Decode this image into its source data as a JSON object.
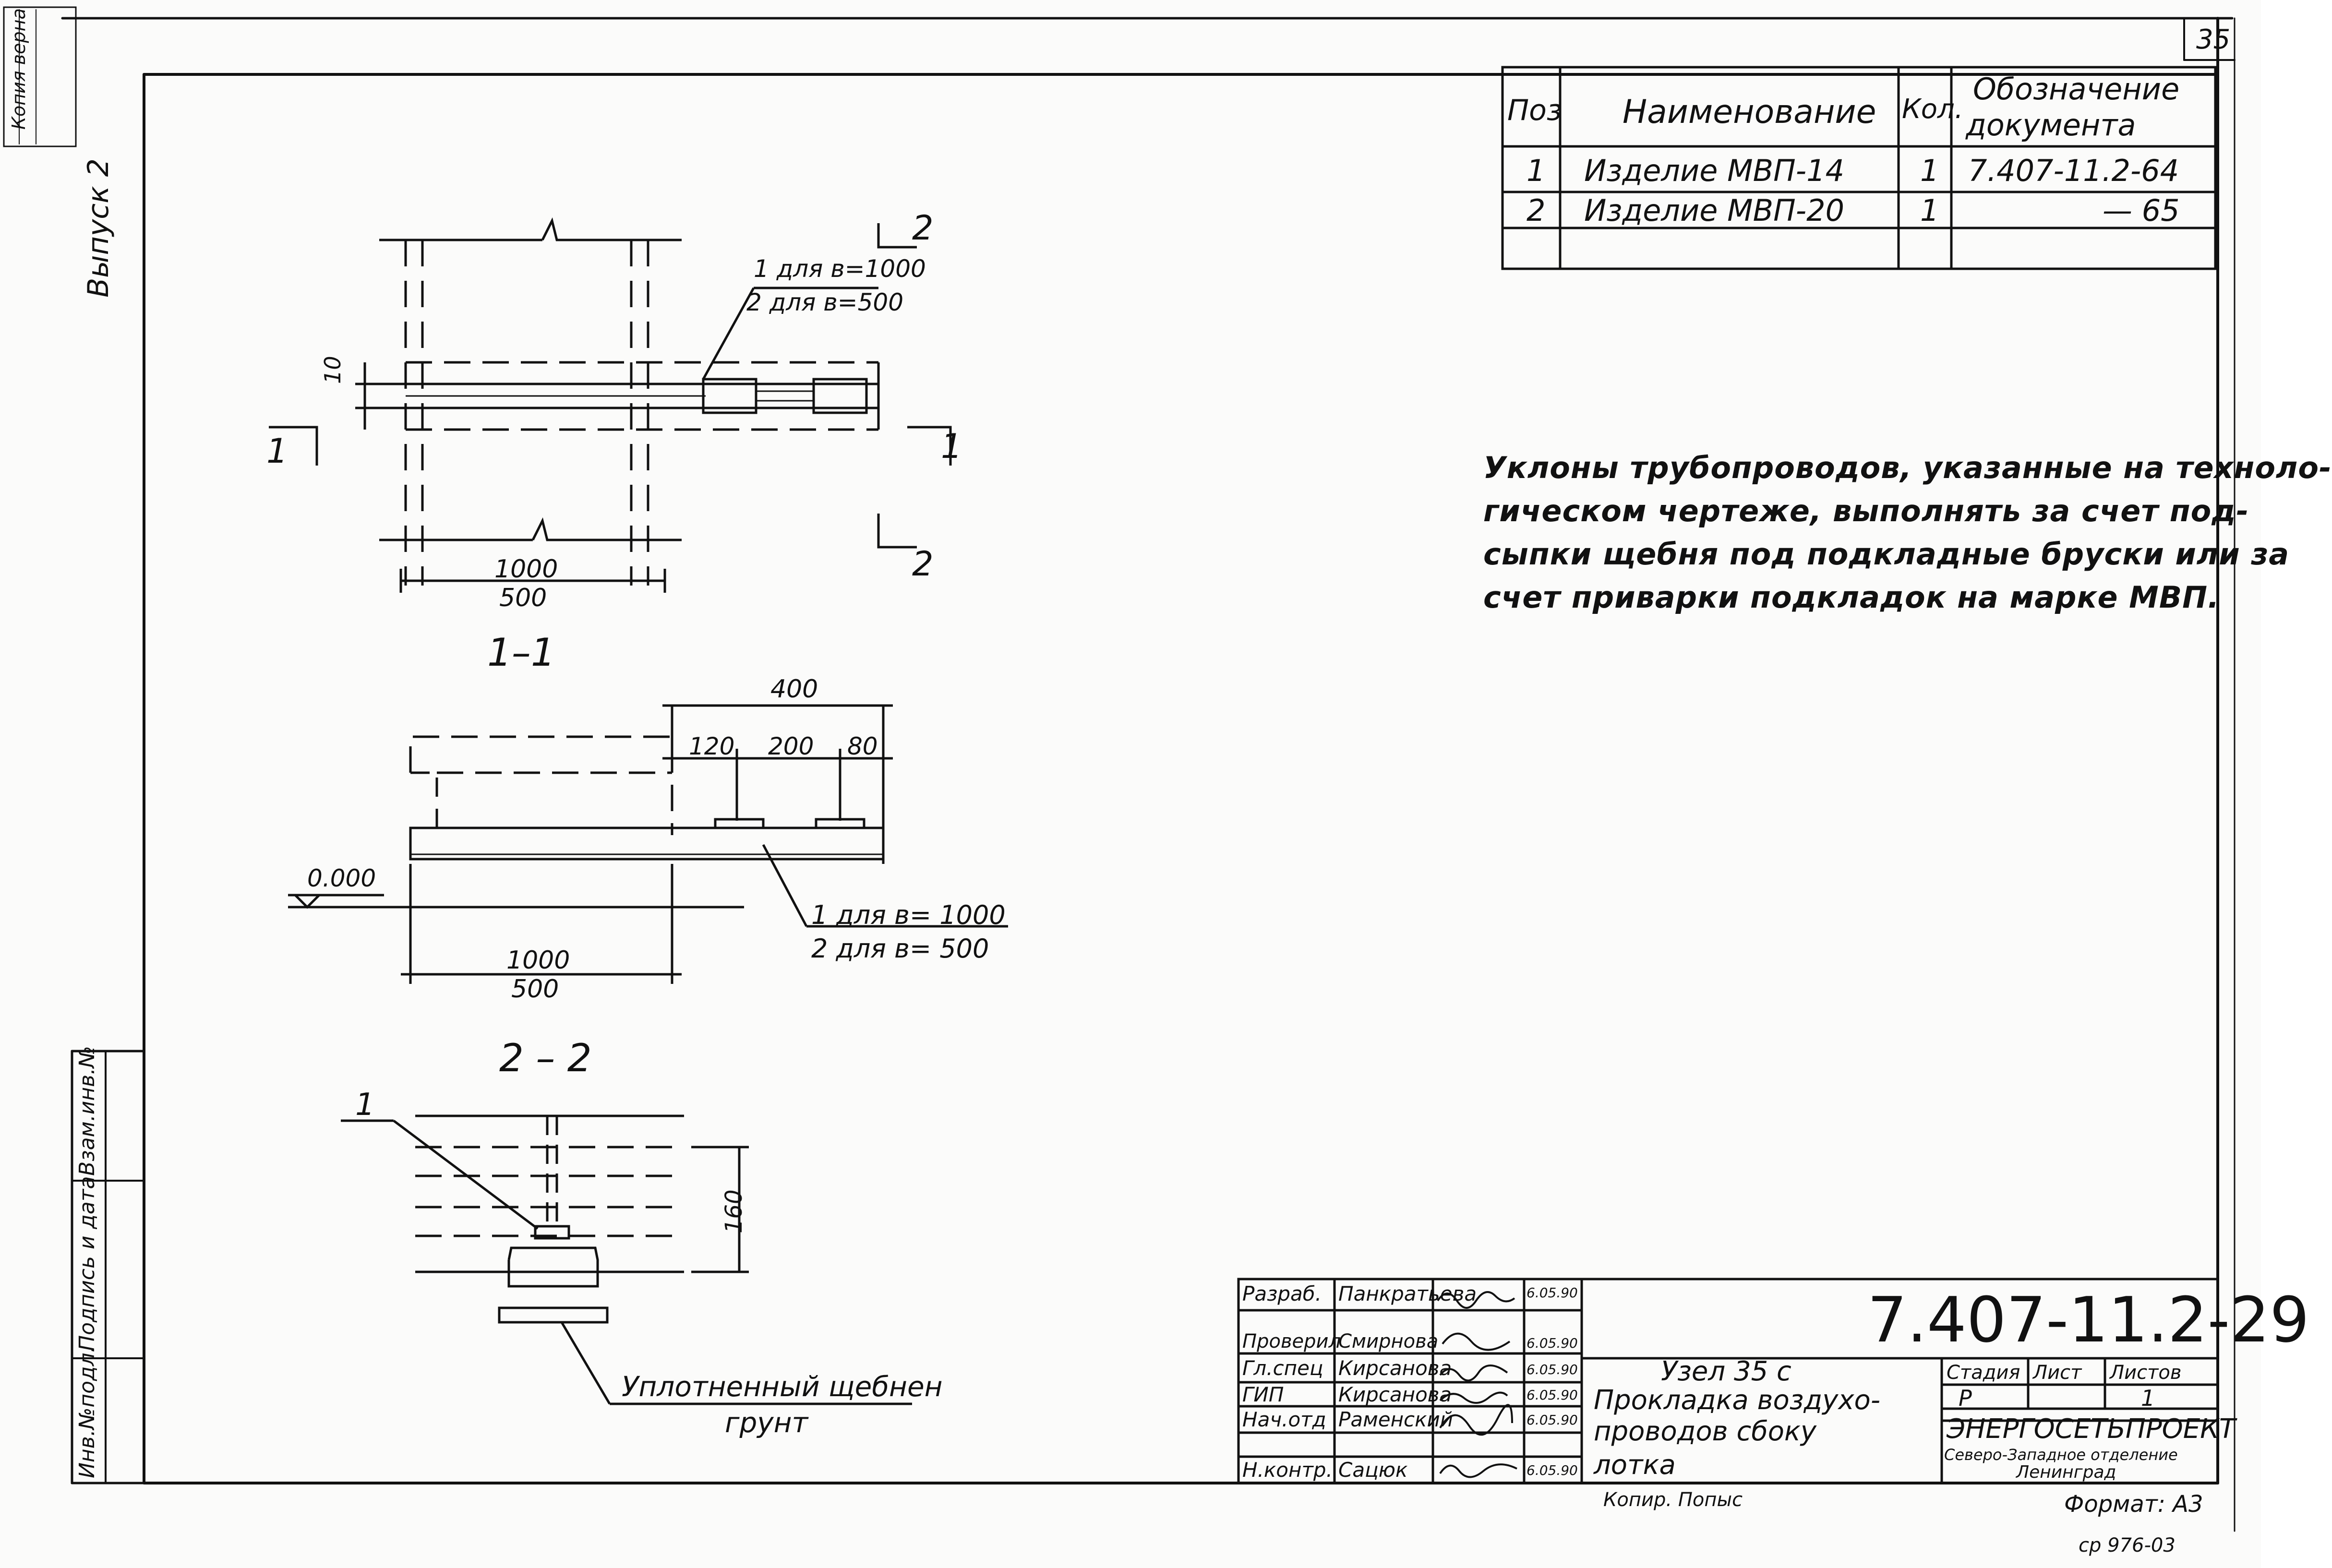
{
  "page_number": "35",
  "top_left_stamp": {
    "line1": "Копия верна",
    "line2": "Выпуск 2"
  },
  "spec_table": {
    "headers": {
      "pos": "Поз",
      "name": "Наименование",
      "qty": "Кол.",
      "doc_line1": "Обозначение",
      "doc_line2": "документа"
    },
    "rows": [
      {
        "pos": "1",
        "name": "Изделие МВП-14",
        "qty": "1",
        "doc": "7.407-11.2-64"
      },
      {
        "pos": "2",
        "name": "Изделие МВП-20",
        "qty": "1",
        "doc": "— 65"
      }
    ]
  },
  "note_lines": [
    "Уклоны трубопроводов, указанные на техноло-",
    "гическом чертеже, выполнять за счет под-",
    "сыпки щебня под подкладные бруски или за",
    "счет приварки подкладок на марке МВП."
  ],
  "plan_view": {
    "section_2_top": "2",
    "section_2_bottom": "2",
    "section_1_left": "1",
    "section_1_right": "1",
    "callout_line1": "1 для в=1000",
    "callout_line2": "2 для в=500",
    "dim_10": "10",
    "dim_1000": "1000",
    "dim_500": "500"
  },
  "section_1_1": {
    "title": "1–1",
    "dim_400": "400",
    "dim_120": "120",
    "dim_200": "200",
    "dim_80": "80",
    "level": "0.000",
    "callout_line1": "1 для в= 1000",
    "callout_line2": "2 для в= 500",
    "dim_1000": "1000",
    "dim_500": "500"
  },
  "section_2_2": {
    "title": "2 – 2",
    "pos_label": "1",
    "dim_160": "160",
    "soil_line1": "Уплотненный щебнен",
    "soil_line2": "грунт"
  },
  "left_strip": {
    "inv_podl": "Инв.№подл.",
    "sign_date": "Подпись и дата",
    "vzam_inv": "Взам.инв.№"
  },
  "title_block": {
    "doc_number": "7.407-11.2-29",
    "roles": [
      {
        "role": "Разраб.",
        "name": "Панкратьева",
        "date": "6.05.90"
      },
      {
        "role": "Проверил",
        "name": "Смирнова",
        "date": "6.05.90"
      },
      {
        "role": "Гл.спец",
        "name": "Кирсанова",
        "date": "6.05.90"
      },
      {
        "role": "ГИП",
        "name": "Кирсанова",
        "date": "6.05.90"
      },
      {
        "role": "Нач.отд",
        "name": "Раменский",
        "date": "6.05.90"
      },
      {
        "role": "Н.контр.",
        "name": "Сацюк",
        "date": "6.05.90"
      }
    ],
    "title_line1": "Узел 35 с",
    "title_line2": "Прокладка   воздухо-",
    "title_line3": "проводов     сбоку",
    "title_line4": "лотка",
    "stage_label": "Стадия",
    "sheet_label": "Лист",
    "sheets_label": "Листов",
    "stage_value": "Р",
    "sheets_value": "1",
    "org_line1": "ЭНЕРГОСЕТЬПРОЕКТ",
    "org_line2": "Северо-Западное отделение",
    "org_line3": "Ленинград",
    "copied_by": "Копир. Попыс",
    "format": "Формат: А3"
  },
  "bottom_code": "ср 976-03",
  "colors": {
    "ink": "#111111",
    "paper": "#fbfbfa"
  }
}
